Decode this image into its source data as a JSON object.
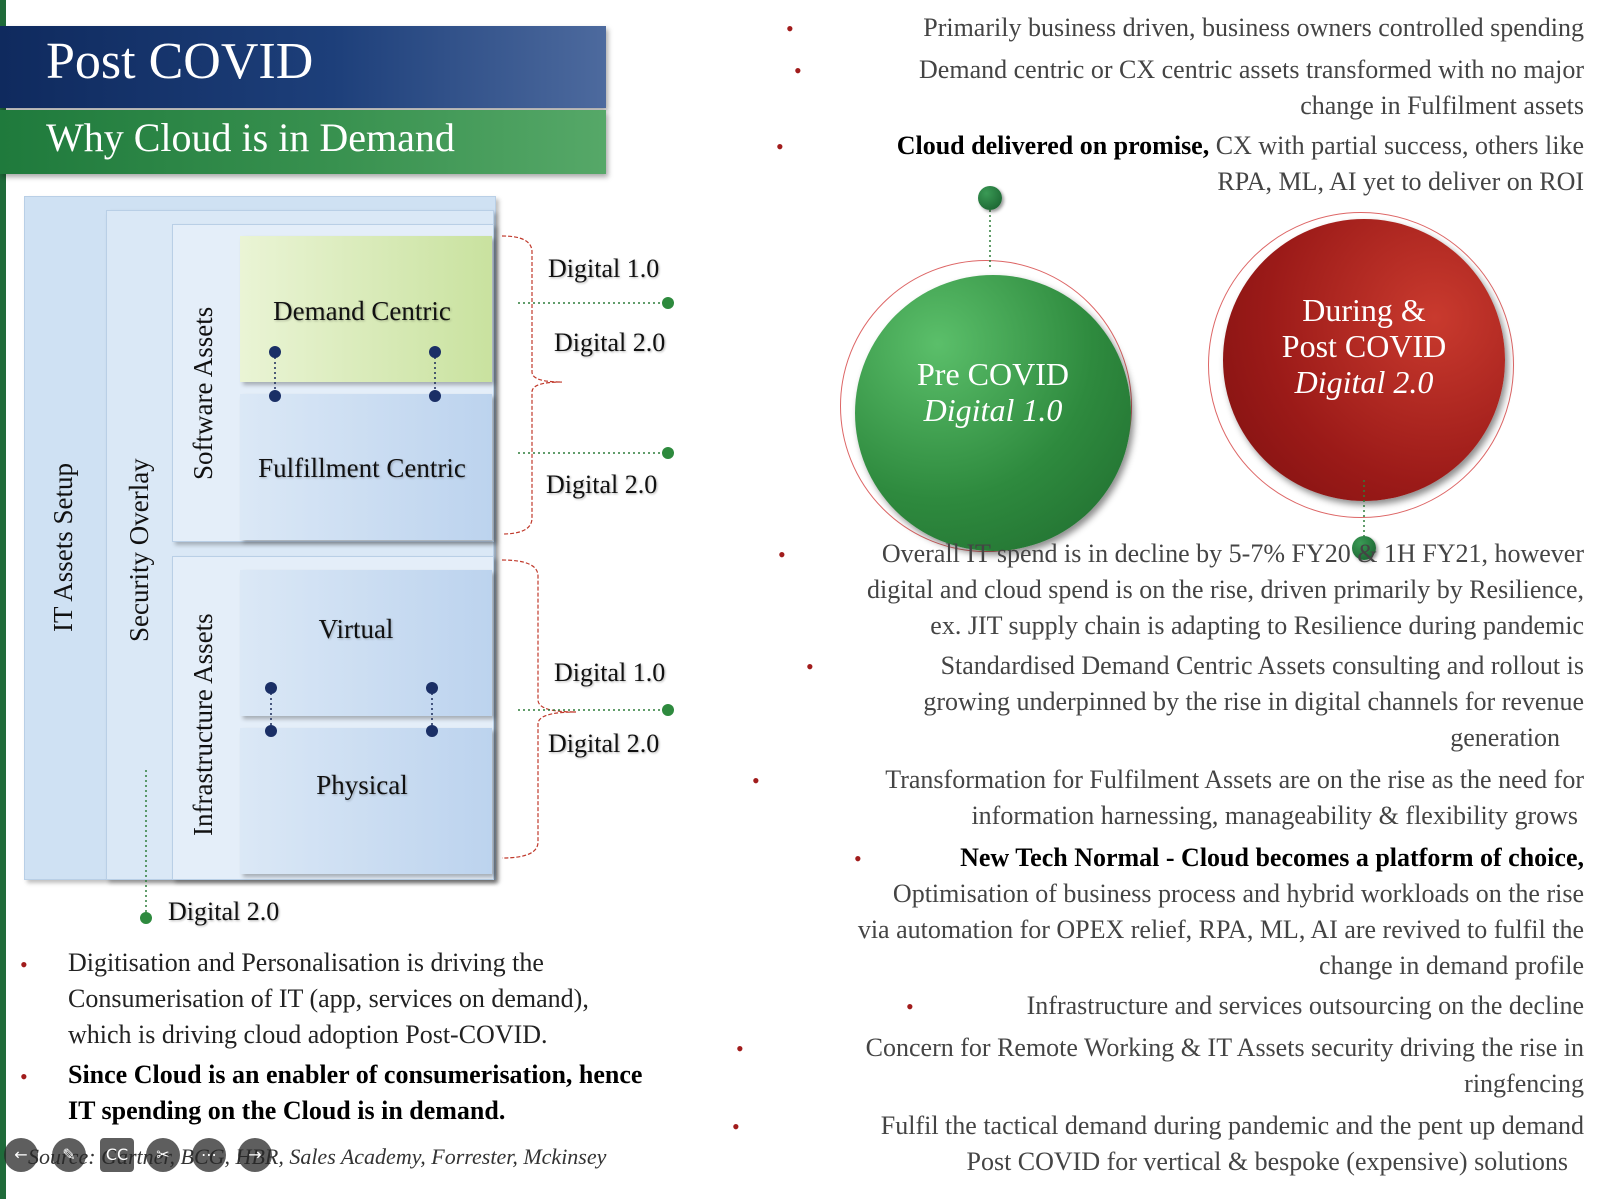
{
  "header": {
    "title": "Post COVID",
    "subtitle": "Why Cloud is in Demand"
  },
  "diagram": {
    "it_assets": "IT Assets Setup",
    "security": "Security  Overlay",
    "software_assets": "Software Assets",
    "infrastructure_assets": "Infrastructure Assets",
    "demand_centric": "Demand Centric",
    "fulfillment_centric": "Fulfillment Centric",
    "virtual": "Virtual",
    "physical": "Physical",
    "labels": {
      "sw_d1": "Digital 1.0",
      "sw_d2a": "Digital 2.0",
      "sw_d2b": "Digital 2.0",
      "inf_d1": "Digital 1.0",
      "inf_d2": "Digital 2.0",
      "sec_d2": "Digital 2.0"
    }
  },
  "circles": {
    "pre_line1": "Pre COVID",
    "pre_line2": "Digital 1.0",
    "post_line1": "During &",
    "post_line2": "Post COVID",
    "post_line3": "Digital 2.0"
  },
  "right_top": {
    "b1": "Primarily business driven, business owners controlled spending",
    "b2_line1": "Demand centric or CX centric assets transformed with no major",
    "b2_line2": "change in Fulfilment  assets",
    "b3_bold": "Cloud delivered on promise,",
    "b3_rest": " CX with partial success, others like",
    "b3_line2": "RPA, ML, AI yet to deliver on ROI"
  },
  "right_bottom": {
    "b4_l1": "Overall IT spend is in decline by 5-7% FY20 & 1H FY21, however",
    "b4_l2": "digital and cloud spend is on the rise, driven primarily by Resilience,",
    "b4_l3": "ex. JIT supply chain is adapting to Resilience during pandemic",
    "b5_l1": "Standardised Demand Centric Assets consulting and rollout is",
    "b5_l2": "growing underpinned by the rise in digital channels for revenue",
    "b5_l3": "generation",
    "b6_l1": "Transformation for Fulfilment Assets are on the rise as the need for",
    "b6_l2": "information harnessing, manageability & flexibility grows",
    "b7_bold": "New Tech Normal - Cloud becomes a platform of choice,",
    "b7_l2": "Optimisation of business process and hybrid workloads on the rise",
    "b7_l3": "via automation for OPEX relief, RPA, ML, AI are revived to fulfil the",
    "b7_l4": "change in demand profile",
    "b8": "Infrastructure and services outsourcing on the decline",
    "b9_l1": "Concern for Remote Working & IT Assets security driving the rise in",
    "b9_l2": "ringfencing",
    "b10_l1": "Fulfil the tactical demand during pandemic and the pent up demand",
    "b10_l2": "Post COVID for vertical & bespoke (expensive) solutions"
  },
  "left_bottom": {
    "b1_l1": "Digitisation and Personalisation is driving the",
    "b1_l2": "Consumerisation of IT (app, services on demand),",
    "b1_l3": "which is driving cloud adoption Post-COVID.",
    "b2_l1": "Since Cloud is an enabler of consumerisation, hence",
    "b2_l2": "IT spending on the Cloud is in demand."
  },
  "source": "Source: Gartner, BCG, HBR, Sales Academy, Forrester, Mckinsey",
  "bullet_char": "•",
  "toolbar": {
    "icons": [
      "back-arrow-icon",
      "pen-icon",
      "captions-icon",
      "cut-icon",
      "more-icon",
      "forward-arrow-icon"
    ],
    "cc_label": "CC"
  }
}
